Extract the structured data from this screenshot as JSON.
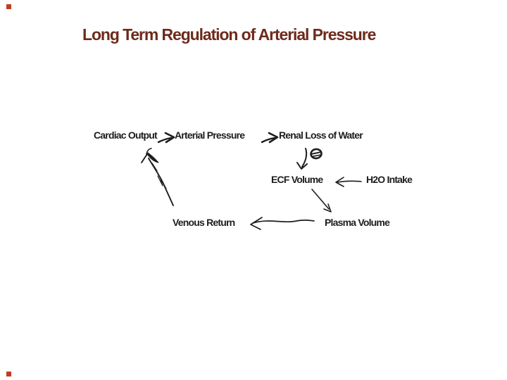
{
  "slide": {
    "title": "Long Term Regulation of Arterial Pressure"
  },
  "colors": {
    "title": "#6e2a1b",
    "ink": "#1d1d1d",
    "marker": "#c23b22"
  },
  "icons": {
    "negative_feedback": "minus-circle",
    "negative_feedback_glyph": "⊖",
    "corner_marker": "red-square"
  },
  "diagram": {
    "nodes": [
      {
        "id": "cardiac-output",
        "label": "Cardiac Output"
      },
      {
        "id": "arterial-pressure",
        "label": "Arterial Pressure"
      },
      {
        "id": "renal-loss-of-water",
        "label": "Renal Loss of Water"
      },
      {
        "id": "ecf-volume",
        "label": "ECF Volume"
      },
      {
        "id": "h2o-intake",
        "label": "H2O Intake"
      },
      {
        "id": "venous-return",
        "label": "Venous Return"
      },
      {
        "id": "plasma-volume",
        "label": "Plasma Volume"
      }
    ],
    "edges": [
      {
        "from": "Cardiac Output",
        "to": "Arterial Pressure",
        "style": "right-arrow"
      },
      {
        "from": "Arterial Pressure",
        "to": "Renal Loss of Water",
        "style": "right-arrow"
      },
      {
        "from": "Renal Loss of Water",
        "to": "ECF Volume",
        "style": "down-arrow",
        "sign": "negative"
      },
      {
        "from": "H2O Intake",
        "to": "ECF Volume",
        "style": "left-arrow"
      },
      {
        "from": "ECF Volume",
        "to": "Plasma Volume",
        "style": "diagonal-down-arrow"
      },
      {
        "from": "Plasma Volume",
        "to": "Venous Return",
        "style": "long-left-arrow"
      },
      {
        "from": "Venous Return",
        "to": "Cardiac Output",
        "style": "long-diagonal-up-arrow"
      }
    ]
  }
}
